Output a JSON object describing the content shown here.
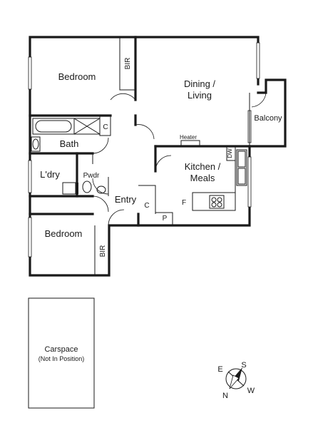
{
  "floorplan": {
    "rooms": {
      "bedroom_top": "Bedroom",
      "bir_top": "BIR",
      "dining_line1": "Dining /",
      "dining_line2": "Living",
      "balcony": "Balcony",
      "bath_c": "C",
      "heater": "Heater",
      "bath": "Bath",
      "dw": "DW",
      "kitchen_line1": "Kitchen /",
      "kitchen_line2": "Meals",
      "laundry": "L'dry",
      "powder": "Pwdr",
      "entry": "Entry",
      "entry_c": "C",
      "fridge": "F",
      "pantry": "P",
      "bedroom_bottom": "Bedroom",
      "bir_bottom": "BIR"
    },
    "carspace": {
      "line1": "Carspace",
      "line2": "(Not In Position)"
    },
    "compass": {
      "e": "E",
      "s": "S",
      "n": "N",
      "w": "W"
    }
  }
}
